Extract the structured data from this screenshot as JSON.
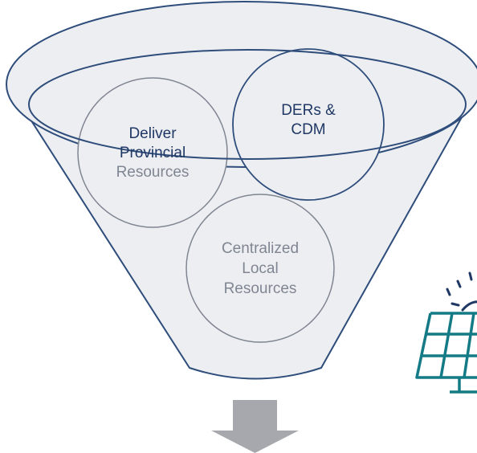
{
  "funnel": {
    "circles": [
      {
        "id": "deliver-provincial-resources",
        "lines": [
          "Deliver",
          "Provincial",
          "Resources"
        ],
        "line_tones": [
          "dark",
          "dark",
          "gray"
        ]
      },
      {
        "id": "ders-cdm",
        "lines": [
          "DERs &",
          "CDM"
        ],
        "line_tones": [
          "dark",
          "dark"
        ]
      },
      {
        "id": "centralized-local-resources",
        "lines": [
          "Centralized",
          "Local",
          "Resources"
        ],
        "line_tones": [
          "gray",
          "gray",
          "gray"
        ]
      }
    ]
  },
  "icons": {
    "output_arrow": "down-arrow-icon",
    "solar": "solar-panel-icon"
  },
  "colors": {
    "funnel_fill": "#edeef2",
    "funnel_stroke": "#2e4d7b",
    "circle_stroke": "#7f8692",
    "text_dark": "#1f3864",
    "text_gray": "#7f8692",
    "arrow_fill": "#a6a8ad",
    "solar_blue": "#1f3864",
    "solar_teal": "#137a86"
  }
}
